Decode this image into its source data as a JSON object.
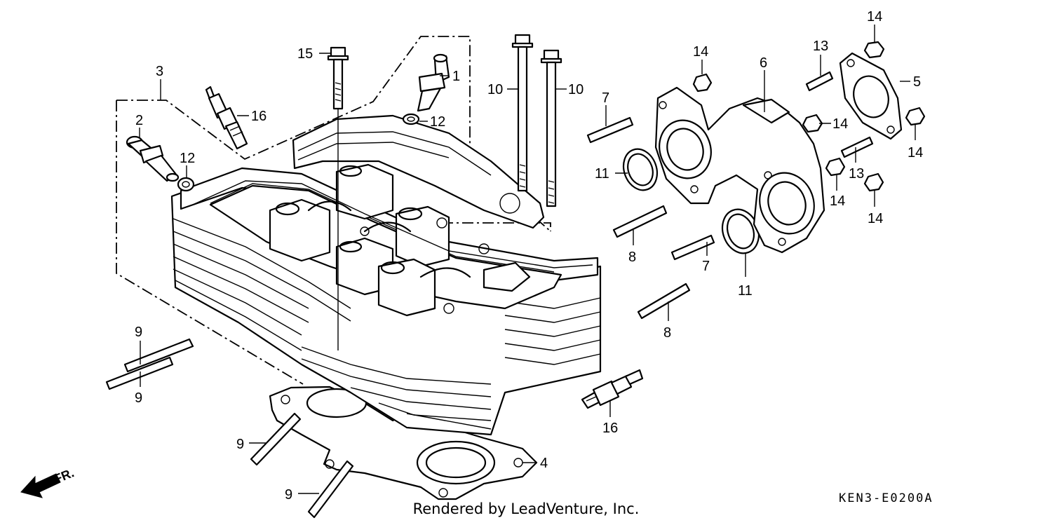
{
  "footer": {
    "rendered_by": "Rendered by LeadVenture, Inc.",
    "diagram_code": "KEN3-E0200A"
  },
  "direction_label": "FR.",
  "callouts": {
    "c1": "1",
    "c2": "2",
    "c3": "3",
    "c4": "4",
    "c5": "5",
    "c6": "6",
    "c7a": "7",
    "c7b": "7",
    "c8a": "8",
    "c8b": "8",
    "c9a": "9",
    "c9b": "9",
    "c9c": "9",
    "c9d": "9",
    "c10a": "10",
    "c10b": "10",
    "c11a": "11",
    "c11b": "11",
    "c12a": "12",
    "c12b": "12",
    "c13a": "13",
    "c13b": "13",
    "c14a": "14",
    "c14b": "14",
    "c14c": "14",
    "c14d": "14",
    "c14e": "14",
    "c14f": "14",
    "c15": "15",
    "c16a": "16",
    "c16b": "16"
  }
}
